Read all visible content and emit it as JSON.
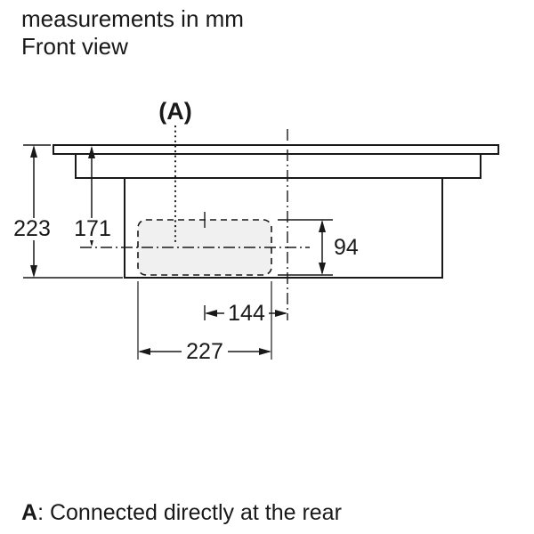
{
  "header": {
    "line1": "measurements in mm",
    "line2": "Front view"
  },
  "diagram": {
    "point_label": "(A)",
    "dim_223": "223",
    "dim_171": "171",
    "dim_94": "94",
    "dim_144": "144",
    "dim_227": "227"
  },
  "footnote": {
    "term": "A",
    "text": ": Connected directly at the rear"
  },
  "colors": {
    "ink": "#191919",
    "duct_fill": "#f0f0f0",
    "background": "#ffffff"
  }
}
